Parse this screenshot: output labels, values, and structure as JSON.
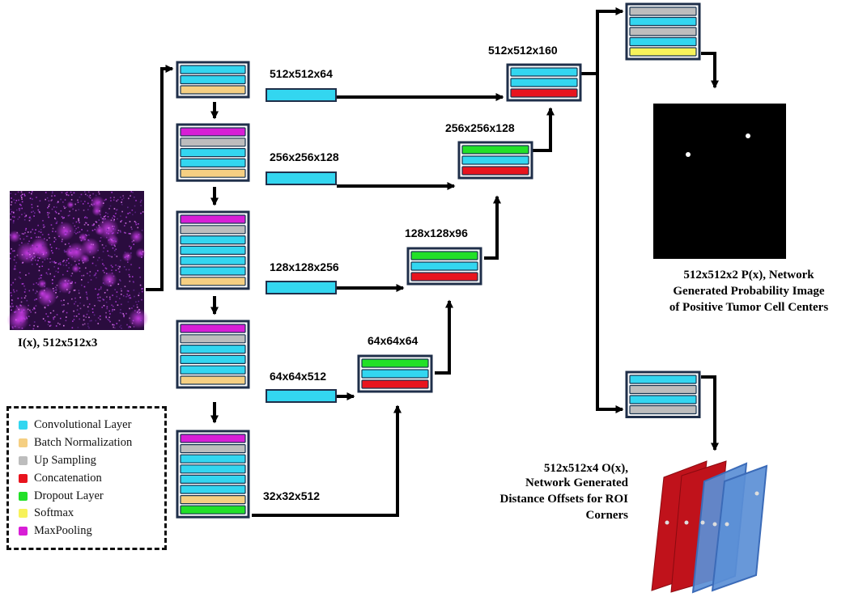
{
  "colors": {
    "conv": "#33d6f0",
    "batchnorm": "#f5cf82",
    "upsampling": "#bdbdbd",
    "concat": "#e8141e",
    "dropout": "#22e028",
    "softmax": "#f7f25a",
    "maxpool": "#d81ed6",
    "block_border": "#1f2f4a",
    "arrow": "#000000",
    "heatmap_bg": "#000000",
    "red_panel": "#c0121b",
    "blue_panel": "#5b8fd6"
  },
  "input_caption": "I(x), 512x512x3",
  "encoder": [
    {
      "layers": [
        "conv",
        "conv",
        "batchnorm"
      ]
    },
    {
      "layers": [
        "maxpool",
        "upsampling",
        "conv",
        "conv",
        "batchnorm"
      ]
    },
    {
      "layers": [
        "maxpool",
        "upsampling",
        "conv",
        "conv",
        "conv",
        "conv",
        "batchnorm"
      ]
    },
    {
      "layers": [
        "maxpool",
        "upsampling",
        "conv",
        "conv",
        "conv",
        "batchnorm"
      ]
    },
    {
      "layers": [
        "maxpool",
        "upsampling",
        "conv",
        "conv",
        "conv",
        "conv",
        "batchnorm",
        "dropout"
      ]
    }
  ],
  "skip_labels": [
    "512x512x64",
    "256x256x128",
    "128x128x256",
    "64x64x512",
    "32x32x512"
  ],
  "decoder": [
    {
      "label": "64x64x64",
      "layers": [
        "dropout",
        "conv",
        "concat"
      ]
    },
    {
      "label": "128x128x96",
      "layers": [
        "dropout",
        "conv",
        "concat"
      ]
    },
    {
      "label": "256x256x128",
      "layers": [
        "dropout",
        "conv",
        "concat"
      ]
    },
    {
      "label": "512x512x160",
      "layers": [
        "conv",
        "conv",
        "concat"
      ]
    }
  ],
  "head_prob": {
    "layers": [
      "upsampling",
      "conv",
      "upsampling",
      "conv",
      "softmax"
    ]
  },
  "head_offset": {
    "layers": [
      "conv",
      "upsampling",
      "conv",
      "upsampling"
    ]
  },
  "prob_caption": [
    "512x512x2 P(x), Network",
    "Generated Probability Image",
    "of Positive Tumor Cell Centers"
  ],
  "offset_caption": [
    "512x512x4 O(x),",
    "Network Generated",
    "Distance Offsets for ROI",
    "Corners"
  ],
  "legend": [
    {
      "key": "conv",
      "label": "Convolutional Layer"
    },
    {
      "key": "batchnorm",
      "label": "Batch Normalization"
    },
    {
      "key": "upsampling",
      "label": "Up Sampling"
    },
    {
      "key": "concat",
      "label": "Concatenation"
    },
    {
      "key": "dropout",
      "label": "Dropout Layer"
    },
    {
      "key": "softmax",
      "label": "Softmax"
    },
    {
      "key": "maxpool",
      "label": "MaxPooling"
    }
  ]
}
